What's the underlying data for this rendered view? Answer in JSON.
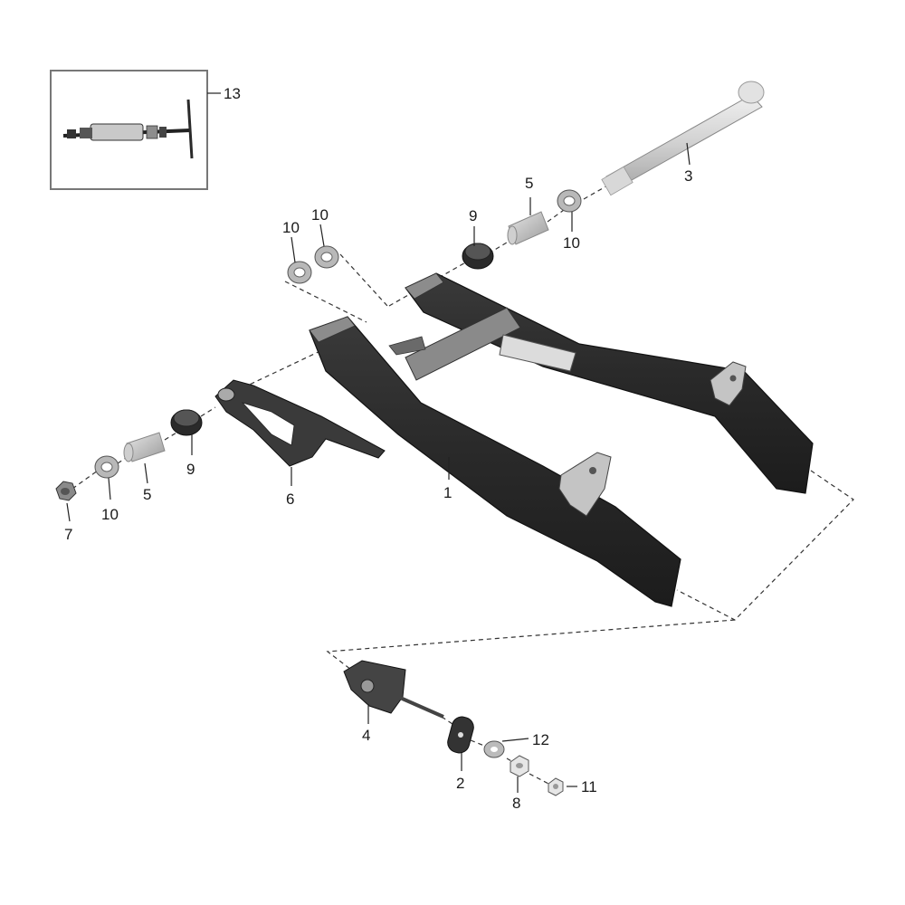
{
  "parts": [
    {
      "id": "1",
      "label": "1"
    },
    {
      "id": "2",
      "label": "2"
    },
    {
      "id": "3",
      "label": "3"
    },
    {
      "id": "4",
      "label": "4"
    },
    {
      "id": "5a",
      "label": "5"
    },
    {
      "id": "5b",
      "label": "5"
    },
    {
      "id": "6",
      "label": "6"
    },
    {
      "id": "7",
      "label": "7"
    },
    {
      "id": "8",
      "label": "8"
    },
    {
      "id": "9a",
      "label": "9"
    },
    {
      "id": "9b",
      "label": "9"
    },
    {
      "id": "10a",
      "label": "10"
    },
    {
      "id": "10b",
      "label": "10"
    },
    {
      "id": "10c",
      "label": "10"
    },
    {
      "id": "10d",
      "label": "10"
    },
    {
      "id": "11",
      "label": "11"
    },
    {
      "id": "12",
      "label": "12"
    },
    {
      "id": "13",
      "label": "13"
    }
  ]
}
